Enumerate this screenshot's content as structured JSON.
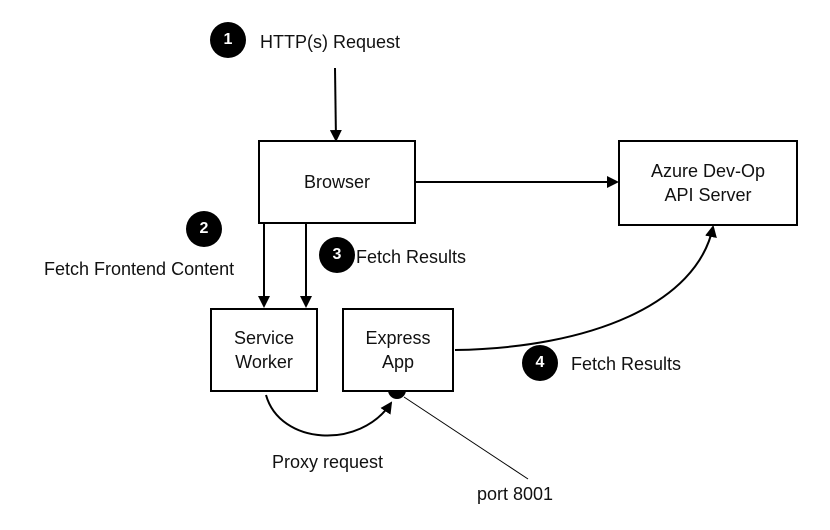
{
  "badges": {
    "step1": "1",
    "step2": "2",
    "step3": "3",
    "step4": "4"
  },
  "labels": {
    "request": "HTTP(s) Request",
    "fetch_frontend": "Fetch Frontend Content",
    "fetch_results_browser": "Fetch Results",
    "fetch_results_api": "Fetch Results",
    "proxy_request": "Proxy request",
    "port": "port 8001"
  },
  "nodes": {
    "browser": "Browser",
    "azure_api": "Azure Dev-Op\nAPI Server",
    "service_worker": "Service\nWorker",
    "express_app": "Express\nApp"
  },
  "colors": {
    "stroke": "#000000",
    "badge_fill": "#000000",
    "badge_text": "#ffffff",
    "node_fill": "#ffffff"
  }
}
